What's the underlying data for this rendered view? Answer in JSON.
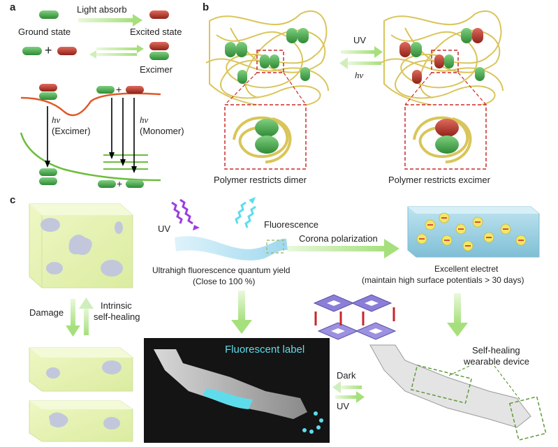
{
  "panels": {
    "a": "a",
    "b": "b",
    "c": "c"
  },
  "panel_a": {
    "light_absorb": "Light absorb",
    "ground_state": "Ground state",
    "excited_state": "Excited state",
    "plus1": "+",
    "excimer": "Excimer",
    "plus2": "+",
    "hv1": "hv",
    "excimer_paren": "(Excimer)",
    "hv2": "hv",
    "monomer_paren": "(Monomer)",
    "plus3": "+"
  },
  "panel_b": {
    "uv": "UV",
    "hv": "hv",
    "restricts_dimer": "Polymer  restricts dimer",
    "restricts_excimer": "Polymer  restricts excimer"
  },
  "panel_c": {
    "uv": "UV",
    "fluorescence": "Fluorescence",
    "corona": "Corona polarization",
    "quantum_yield": "Ultrahigh fluorescence quantum yield",
    "close_to": "(Close to 100 %)",
    "electret": "Excellent electret",
    "maintain": "(maintain high surface potentials > 30 days)",
    "damage": "Damage",
    "intrinsic": "Intrinsic",
    "self_healing": "self-healing",
    "fluorescent_label": "Fluorescent label",
    "dark": "Dark",
    "uv2": "UV",
    "wearable1": "Self-healing",
    "wearable2": "wearable device"
  },
  "colors": {
    "green_molecule": "#4caa4c",
    "red_molecule": "#b5352c",
    "orange_curve": "#e05a2a",
    "green_curve": "#6cbd3c",
    "polymer_yellow": "#d9c55a",
    "dashed_red": "#cc2a2a",
    "arrow_green": "#b9e89a",
    "uv_purple": "#9a3ee0",
    "fluor_cyan": "#5fdcec",
    "dark_bg": "#141414"
  }
}
